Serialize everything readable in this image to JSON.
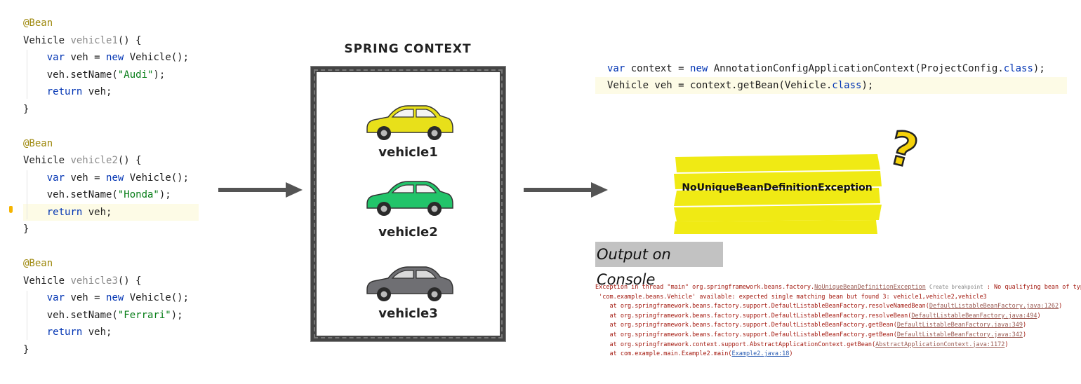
{
  "code_left": [
    {
      "parts": [
        {
          "t": "@Bean",
          "c": "ann"
        }
      ]
    },
    {
      "parts": [
        {
          "t": "Vehicle ",
          "c": ""
        },
        {
          "t": "vehicle1",
          "c": "fn"
        },
        {
          "t": "() {",
          "c": ""
        }
      ]
    },
    {
      "parts": [
        {
          "t": "    ",
          "c": ""
        },
        {
          "t": "var",
          "c": "kw"
        },
        {
          "t": " veh = ",
          "c": ""
        },
        {
          "t": "new",
          "c": "kw"
        },
        {
          "t": " Vehicle();",
          "c": ""
        }
      ]
    },
    {
      "parts": [
        {
          "t": "    veh.setName(",
          "c": ""
        },
        {
          "t": "\"Audi\"",
          "c": "str"
        },
        {
          "t": ");",
          "c": ""
        }
      ]
    },
    {
      "parts": [
        {
          "t": "    ",
          "c": ""
        },
        {
          "t": "return",
          "c": "kw"
        },
        {
          "t": " veh;",
          "c": ""
        }
      ]
    },
    {
      "parts": [
        {
          "t": "}",
          "c": ""
        }
      ]
    },
    {
      "parts": []
    },
    {
      "parts": [
        {
          "t": "@Bean",
          "c": "ann"
        }
      ]
    },
    {
      "parts": [
        {
          "t": "Vehicle ",
          "c": ""
        },
        {
          "t": "vehicle2",
          "c": "fn"
        },
        {
          "t": "() {",
          "c": ""
        }
      ]
    },
    {
      "parts": [
        {
          "t": "    ",
          "c": ""
        },
        {
          "t": "var",
          "c": "kw"
        },
        {
          "t": " veh = ",
          "c": ""
        },
        {
          "t": "new",
          "c": "kw"
        },
        {
          "t": " Vehicle();",
          "c": ""
        }
      ]
    },
    {
      "parts": [
        {
          "t": "    veh.setName(",
          "c": ""
        },
        {
          "t": "\"Honda\"",
          "c": "str"
        },
        {
          "t": ");",
          "c": ""
        }
      ]
    },
    {
      "parts": [
        {
          "t": "    ",
          "c": ""
        },
        {
          "t": "return",
          "c": "kw"
        },
        {
          "t": " veh;",
          "c": ""
        }
      ],
      "hl": true
    },
    {
      "parts": [
        {
          "t": "}",
          "c": ""
        }
      ]
    },
    {
      "parts": []
    },
    {
      "parts": [
        {
          "t": "@Bean",
          "c": "ann"
        }
      ]
    },
    {
      "parts": [
        {
          "t": "Vehicle ",
          "c": ""
        },
        {
          "t": "vehicle3",
          "c": "fn"
        },
        {
          "t": "() {",
          "c": ""
        }
      ]
    },
    {
      "parts": [
        {
          "t": "    ",
          "c": ""
        },
        {
          "t": "var",
          "c": "kw"
        },
        {
          "t": " veh = ",
          "c": ""
        },
        {
          "t": "new",
          "c": "kw"
        },
        {
          "t": " Vehicle();",
          "c": ""
        }
      ]
    },
    {
      "parts": [
        {
          "t": "    veh.setName(",
          "c": ""
        },
        {
          "t": "\"Ferrari\"",
          "c": "str"
        },
        {
          "t": ");",
          "c": ""
        }
      ]
    },
    {
      "parts": [
        {
          "t": "    ",
          "c": ""
        },
        {
          "t": "return",
          "c": "kw"
        },
        {
          "t": " veh;",
          "c": ""
        }
      ]
    },
    {
      "parts": [
        {
          "t": "}",
          "c": ""
        }
      ]
    }
  ],
  "context": {
    "title": "SPRING CONTEXT",
    "cars": [
      {
        "label": "vehicle1",
        "color": "#e8e01a"
      },
      {
        "label": "vehicle2",
        "color": "#22c46a"
      },
      {
        "label": "vehicle3",
        "color": "#6f6f73"
      }
    ]
  },
  "code_right": [
    {
      "parts": [
        {
          "t": "var",
          "c": "kw"
        },
        {
          "t": " context = ",
          "c": ""
        },
        {
          "t": "new",
          "c": "kw"
        },
        {
          "t": " AnnotationConfigApplicationContext(ProjectConfig.",
          "c": ""
        },
        {
          "t": "class",
          "c": "kw"
        },
        {
          "t": ");",
          "c": ""
        }
      ]
    },
    {
      "parts": [
        {
          "t": "Vehicle veh = context.getBean(Vehicle.",
          "c": ""
        },
        {
          "t": "class",
          "c": "kw"
        },
        {
          "t": ");",
          "c": ""
        }
      ],
      "hl": true
    }
  ],
  "exception": {
    "name": "NoUniqueBeanDefinitionException",
    "highlight_color": "#f0ea14",
    "question_color": "#f5d20a",
    "question_mark": "?"
  },
  "output_title": "Output on Console",
  "console": [
    {
      "parts": [
        {
          "t": "Exception in thread \"main\" org.springframework.beans.factory.",
          "c": ""
        },
        {
          "t": "NoUniqueBeanDefinitionException",
          "c": "link"
        },
        {
          "t": " ",
          "c": ""
        },
        {
          "t": "Create breakpoint",
          "c": "bp"
        },
        {
          "t": " : No qualifying bean of type",
          "c": ""
        }
      ]
    },
    {
      "parts": [
        {
          "t": " 'com.example.beans.Vehicle' available: expected single matching bean but found 3: vehicle1,vehicle2,vehicle3",
          "c": ""
        }
      ]
    },
    {
      "parts": [
        {
          "t": "    at org.springframework.beans.factory.support.DefaultListableBeanFactory.resolveNamedBean(",
          "c": ""
        },
        {
          "t": "DefaultListableBeanFactory.java:1262",
          "c": "link"
        },
        {
          "t": ")",
          "c": ""
        }
      ]
    },
    {
      "parts": [
        {
          "t": "    at org.springframework.beans.factory.support.DefaultListableBeanFactory.resolveBean(",
          "c": ""
        },
        {
          "t": "DefaultListableBeanFactory.java:494",
          "c": "link"
        },
        {
          "t": ")",
          "c": ""
        }
      ]
    },
    {
      "parts": [
        {
          "t": "    at org.springframework.beans.factory.support.DefaultListableBeanFactory.getBean(",
          "c": ""
        },
        {
          "t": "DefaultListableBeanFactory.java:349",
          "c": "link"
        },
        {
          "t": ")",
          "c": ""
        }
      ]
    },
    {
      "parts": [
        {
          "t": "    at org.springframework.beans.factory.support.DefaultListableBeanFactory.getBean(",
          "c": ""
        },
        {
          "t": "DefaultListableBeanFactory.java:342",
          "c": "link"
        },
        {
          "t": ")",
          "c": ""
        }
      ]
    },
    {
      "parts": [
        {
          "t": "    at org.springframework.context.support.AbstractApplicationContext.getBean(",
          "c": ""
        },
        {
          "t": "AbstractApplicationContext.java:1172",
          "c": "link"
        },
        {
          "t": ")",
          "c": ""
        }
      ]
    },
    {
      "parts": [
        {
          "t": "    at com.example.main.Example2.main(",
          "c": ""
        },
        {
          "t": "Example2.java:18",
          "c": "blue"
        },
        {
          "t": ")",
          "c": ""
        }
      ]
    }
  ]
}
